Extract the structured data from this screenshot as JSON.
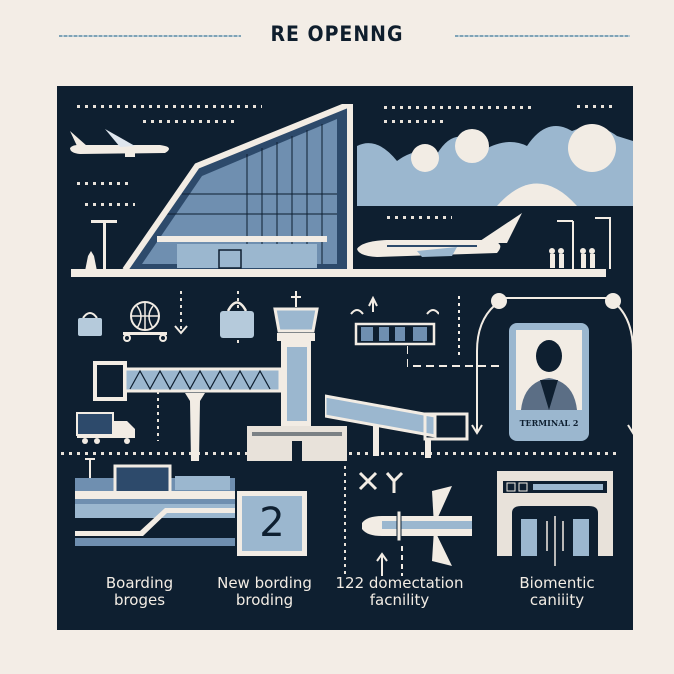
{
  "header": {
    "title": "RE OPENNG"
  },
  "id_card": {
    "label": "TERMINAL 2"
  },
  "gate_sign": {
    "number": "2"
  },
  "captions": [
    {
      "line1": "Boarding",
      "line2": "broges"
    },
    {
      "line1": "New bording",
      "line2": "broding"
    },
    {
      "line1": "122 domectation",
      "line2": "facnility"
    },
    {
      "line1": "Biomentic",
      "line2": "caniiity"
    }
  ],
  "colors": {
    "background": "#f3ede6",
    "panel": "#0e1f30",
    "accent_blue": "#9bb7cf",
    "cream": "#f2ece4"
  }
}
